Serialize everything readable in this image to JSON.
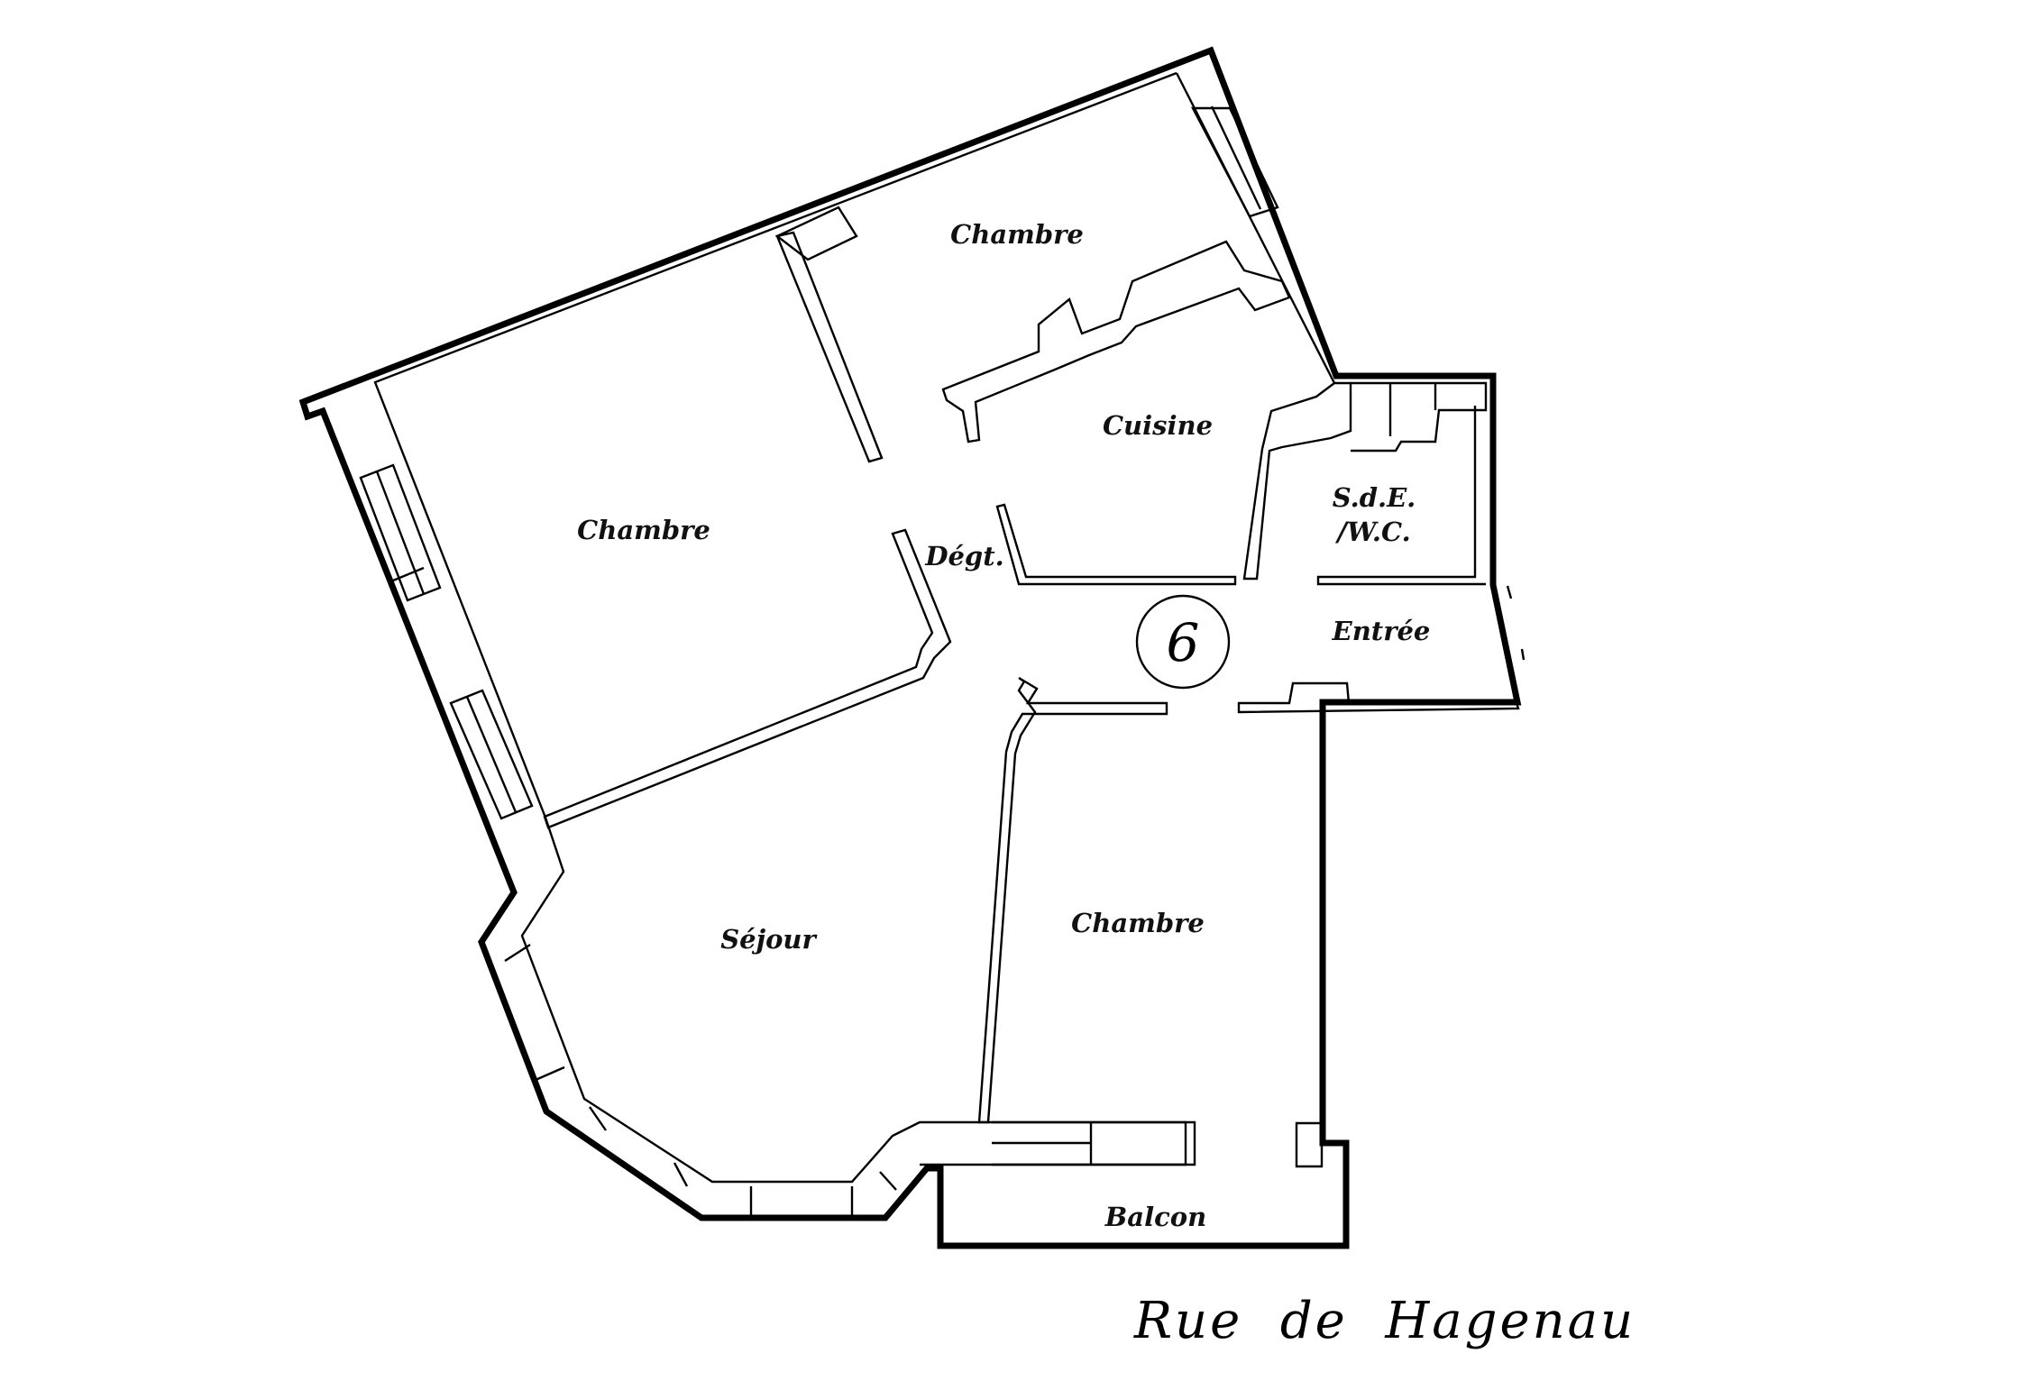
{
  "rooms": {
    "chambre_top": "Chambre",
    "chambre_left": "Chambre",
    "cuisine": "Cuisine",
    "sde_line1": "S.d.E.",
    "sde_line2": "/W.C.",
    "degt": "Dégt.",
    "entree": "Entrée",
    "sejour": "Séjour",
    "chambre_bottom": "Chambre",
    "balcon": "Balcon"
  },
  "lot_number": "6",
  "street": "Rue  de  Hagenau",
  "colors": {
    "walls": "#000000",
    "background": "#ffffff"
  }
}
